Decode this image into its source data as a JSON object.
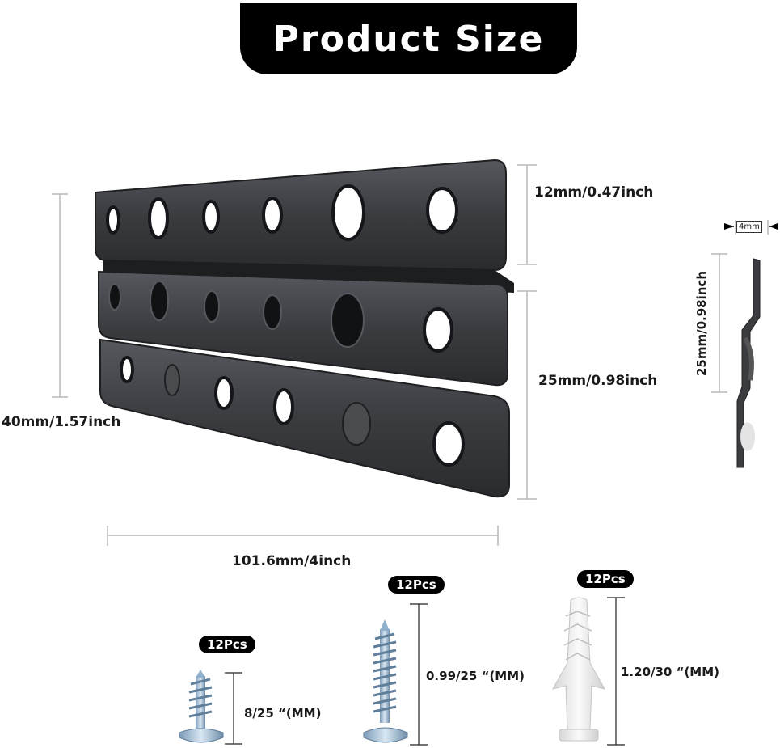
{
  "title": "Product Size",
  "dimensions": {
    "top_strip": "12mm/0.47inch",
    "lower_part": "25mm/0.98inch",
    "total_height": "40mm/1.57inch",
    "length": "101.6mm/4inch",
    "thickness": "4mm",
    "side_height": "25mm/0.98inch"
  },
  "accessories": [
    {
      "name": "short screw",
      "qty": "12Pcs",
      "size": "8/25 “(MM)"
    },
    {
      "name": "long screw",
      "qty": "12Pcs",
      "size": "0.99/25 “(MM)"
    },
    {
      "name": "wall anchor",
      "qty": "12Pcs",
      "size": "1.20/30 “(MM)"
    }
  ],
  "colors": {
    "plate": "#3a3c40",
    "banner": "#000000",
    "screw": "#a9c6de",
    "anchor": "#ececec"
  }
}
